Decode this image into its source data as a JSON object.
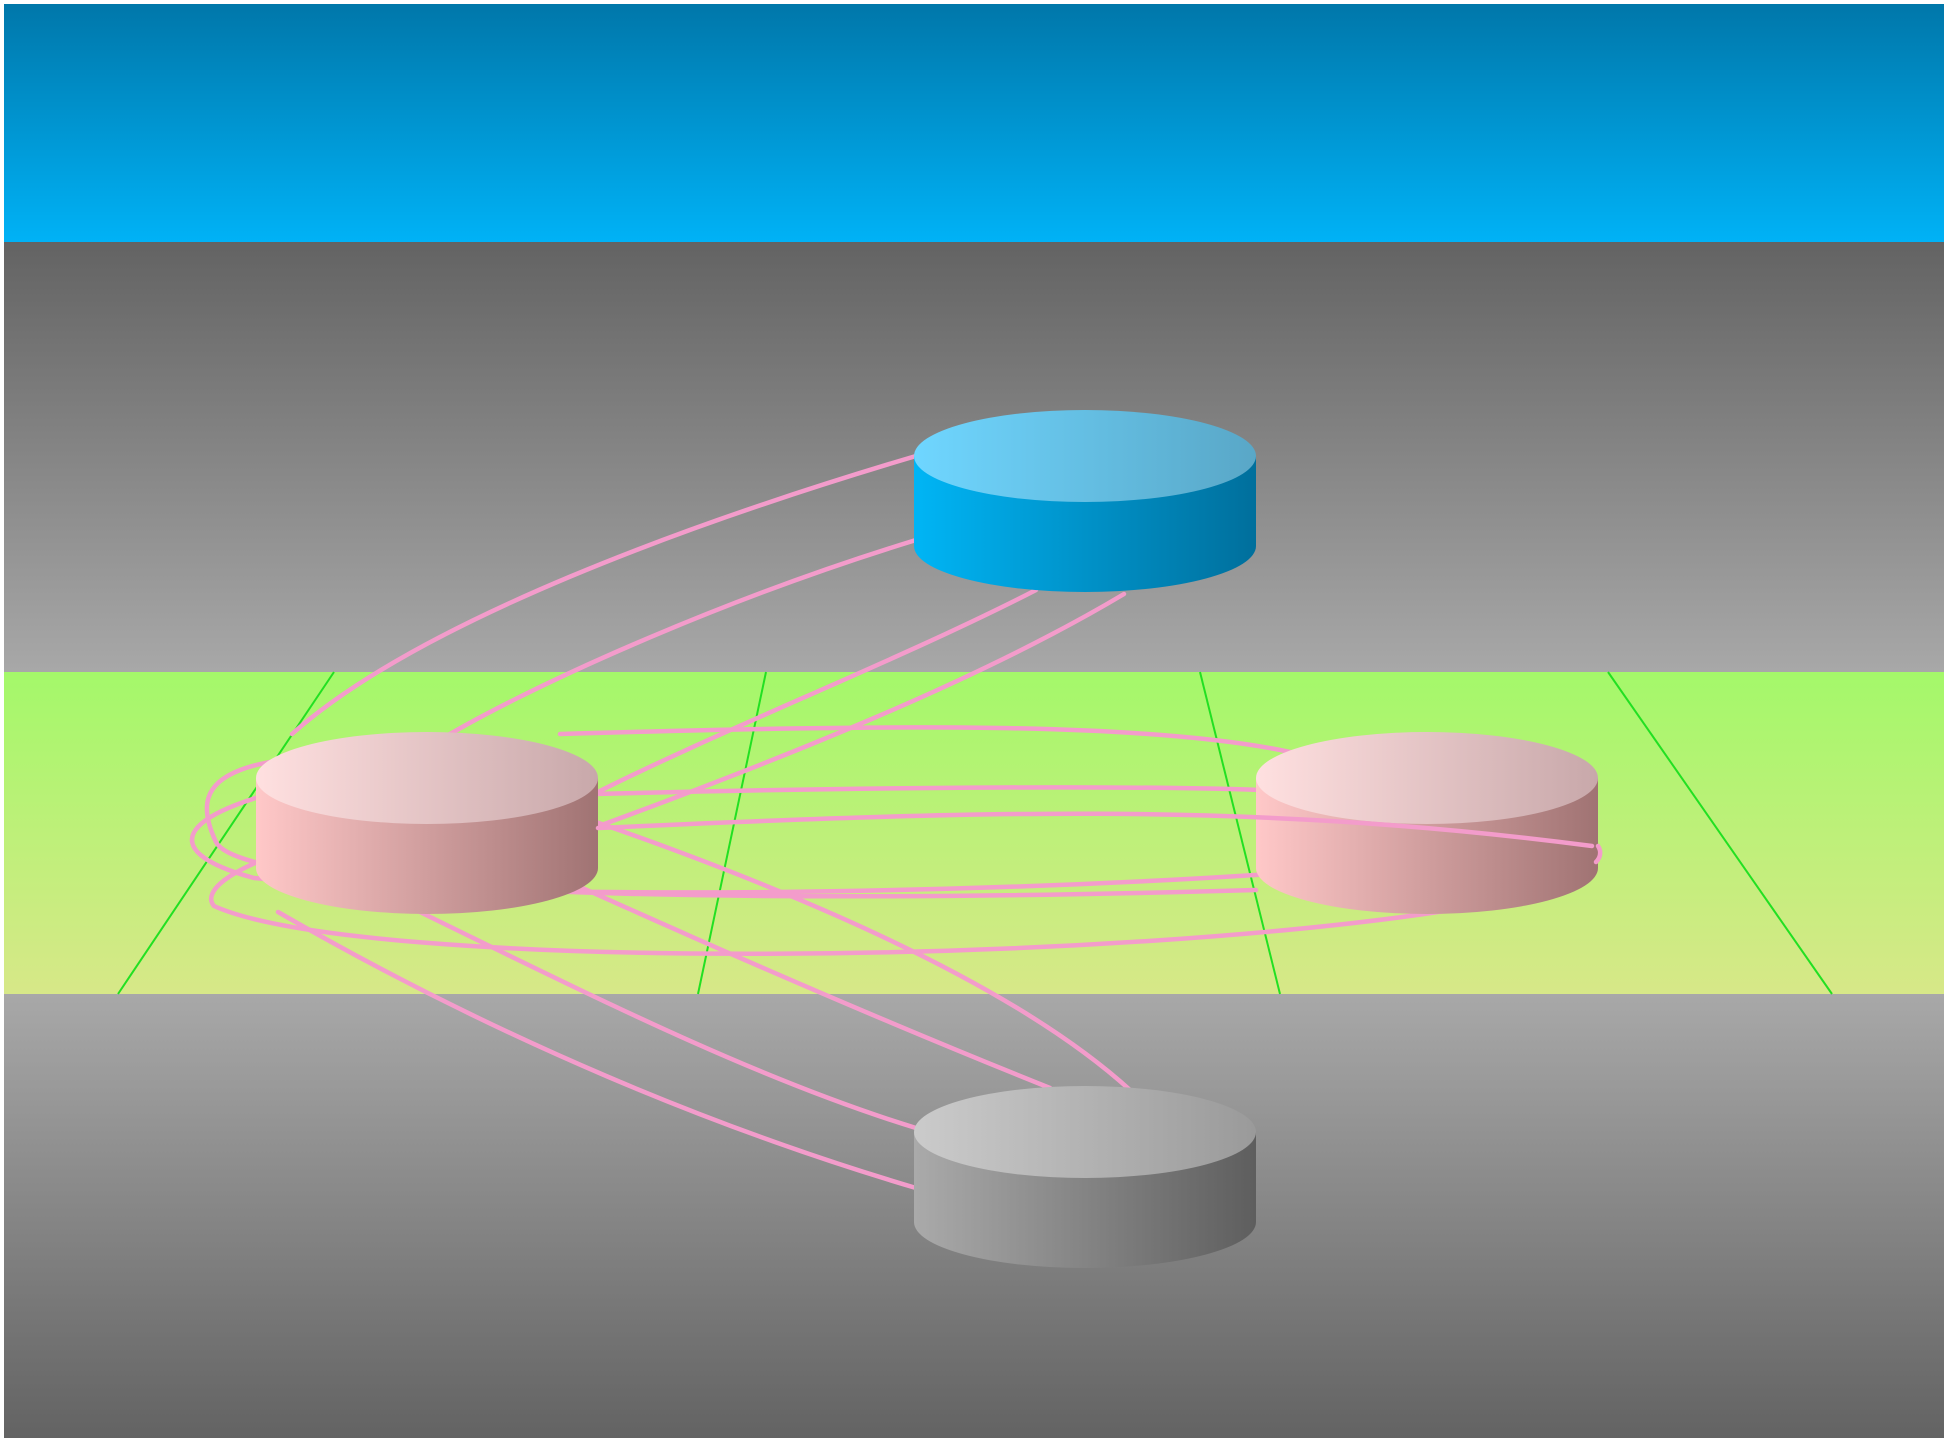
{
  "diagram": {
    "bands": [
      {
        "id": "sky",
        "name": "sky-band",
        "colors": [
          "#0077aa",
          "#00b2f6"
        ]
      },
      {
        "id": "upper",
        "name": "upper-gray-band",
        "colors": [
          "#636363",
          "#a8a8a8"
        ]
      },
      {
        "id": "floor",
        "name": "green-floor-band",
        "colors": [
          "#a4f86a",
          "#d7e888"
        ]
      },
      {
        "id": "lower",
        "name": "lower-gray-band",
        "colors": [
          "#a8a8a8",
          "#636363"
        ]
      }
    ],
    "nodes": [
      {
        "id": "blue",
        "name": "blue-cylinder-node",
        "side": [
          "#00b5f5",
          "#006f9c"
        ],
        "top": [
          "#6fd6ff",
          "#59a7c7"
        ]
      },
      {
        "id": "pink-left",
        "name": "pink-cylinder-node-left",
        "side": [
          "#ffc8c8",
          "#a07373"
        ],
        "top": [
          "#ffe0e0",
          "#c8a8aa"
        ]
      },
      {
        "id": "pink-right",
        "name": "pink-cylinder-node-right",
        "side": [
          "#ffc8c8",
          "#a07373"
        ],
        "top": [
          "#ffe0e0",
          "#c8a8aa"
        ]
      },
      {
        "id": "gray",
        "name": "gray-cylinder-node",
        "side": [
          "#aaaaaa",
          "#5e5e5e"
        ],
        "top": [
          "#cbcbcb",
          "#9a9a9a"
        ]
      }
    ],
    "connector_color": "#f39ccb",
    "floor_line_color": "#22e022",
    "frame_color": "#ffffff"
  }
}
